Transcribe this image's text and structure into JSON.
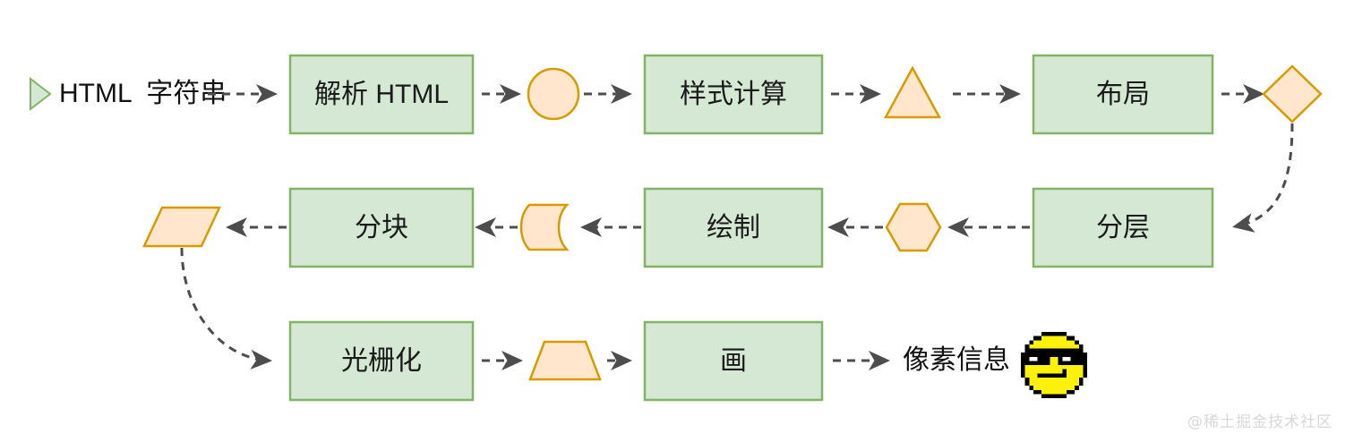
{
  "diagram": {
    "title": "Browser rendering pipeline flowchart",
    "colors": {
      "green_fill": "#d5e8d4",
      "green_stroke": "#82b366",
      "orange_fill": "#ffe6cc",
      "orange_stroke": "#d79b00",
      "arrow": "#4d4d4d",
      "text": "#1a1a1a",
      "background": "#ffffff",
      "emoji_yellow": "#fbf10a",
      "emoji_black": "#000000",
      "watermark": "#d8d8d8"
    },
    "rows": [
      {
        "row_name": "row-top",
        "nodes": [
          {
            "id": "start-marker",
            "shape": "triangle-right",
            "label": "",
            "color": "green"
          },
          {
            "id": "html-string",
            "shape": "text",
            "label": "HTML  字符串",
            "color": "none"
          },
          {
            "id": "parse-html",
            "shape": "rect",
            "label": "解析 HTML",
            "color": "green"
          },
          {
            "id": "dom-circle",
            "shape": "circle",
            "label": "",
            "color": "orange"
          },
          {
            "id": "style-calc",
            "shape": "rect",
            "label": "样式计算",
            "color": "green"
          },
          {
            "id": "style-triangle",
            "shape": "triangle-up",
            "label": "",
            "color": "orange"
          },
          {
            "id": "layout",
            "shape": "rect",
            "label": "布局",
            "color": "green"
          },
          {
            "id": "layout-diamond",
            "shape": "diamond",
            "label": "",
            "color": "orange"
          }
        ]
      },
      {
        "row_name": "row-middle",
        "nodes": [
          {
            "id": "tile-parallelogram",
            "shape": "parallelogram",
            "label": "",
            "color": "orange"
          },
          {
            "id": "tiling",
            "shape": "rect",
            "label": "分块",
            "color": "green"
          },
          {
            "id": "paint-tape",
            "shape": "tape",
            "label": "",
            "color": "orange"
          },
          {
            "id": "painting",
            "shape": "rect",
            "label": "绘制",
            "color": "green"
          },
          {
            "id": "layer-hexagon",
            "shape": "hexagon",
            "label": "",
            "color": "orange"
          },
          {
            "id": "layering",
            "shape": "rect",
            "label": "分层",
            "color": "green"
          }
        ]
      },
      {
        "row_name": "row-bottom",
        "nodes": [
          {
            "id": "rasterize",
            "shape": "rect",
            "label": "光栅化",
            "color": "green"
          },
          {
            "id": "raster-trapezoid",
            "shape": "trapezoid",
            "label": "",
            "color": "orange"
          },
          {
            "id": "draw",
            "shape": "rect",
            "label": "画",
            "color": "green"
          },
          {
            "id": "pixel-info",
            "shape": "text",
            "label": "像素信息",
            "color": "none"
          },
          {
            "id": "sunglasses-emoji",
            "shape": "emoji",
            "label": "",
            "color": "yellow"
          }
        ]
      }
    ],
    "edges": [
      {
        "from": "html-string",
        "to": "parse-html",
        "style": "dashed",
        "direction": "right"
      },
      {
        "from": "parse-html",
        "to": "dom-circle",
        "style": "dashed",
        "direction": "right"
      },
      {
        "from": "dom-circle",
        "to": "style-calc",
        "style": "dashed",
        "direction": "right"
      },
      {
        "from": "style-calc",
        "to": "style-triangle",
        "style": "dashed",
        "direction": "right"
      },
      {
        "from": "style-triangle",
        "to": "layout",
        "style": "dashed",
        "direction": "right"
      },
      {
        "from": "layout",
        "to": "layout-diamond",
        "style": "dashed",
        "direction": "right"
      },
      {
        "from": "layout-diamond",
        "to": "layering",
        "style": "dashed-curve",
        "direction": "down-left"
      },
      {
        "from": "layering",
        "to": "layer-hexagon",
        "style": "dashed",
        "direction": "left"
      },
      {
        "from": "layer-hexagon",
        "to": "painting",
        "style": "dashed",
        "direction": "left"
      },
      {
        "from": "painting",
        "to": "paint-tape",
        "style": "dashed",
        "direction": "left"
      },
      {
        "from": "paint-tape",
        "to": "tiling",
        "style": "dashed",
        "direction": "left"
      },
      {
        "from": "tiling",
        "to": "tile-parallelogram",
        "style": "dashed",
        "direction": "left"
      },
      {
        "from": "tile-parallelogram",
        "to": "rasterize",
        "style": "dashed-curve",
        "direction": "down-right"
      },
      {
        "from": "rasterize",
        "to": "raster-trapezoid",
        "style": "dashed",
        "direction": "right"
      },
      {
        "from": "raster-trapezoid",
        "to": "draw",
        "style": "dashed",
        "direction": "right"
      },
      {
        "from": "draw",
        "to": "pixel-info",
        "style": "dashed",
        "direction": "right"
      }
    ],
    "labels": {
      "html_string": "HTML  字符串",
      "parse_html": "解析 HTML",
      "style_calc": "样式计算",
      "layout": "布局",
      "layering": "分层",
      "painting": "绘制",
      "tiling": "分块",
      "rasterize": "光栅化",
      "draw": "画",
      "pixel_info": "像素信息"
    },
    "watermark": "@稀土掘金技术社区"
  }
}
